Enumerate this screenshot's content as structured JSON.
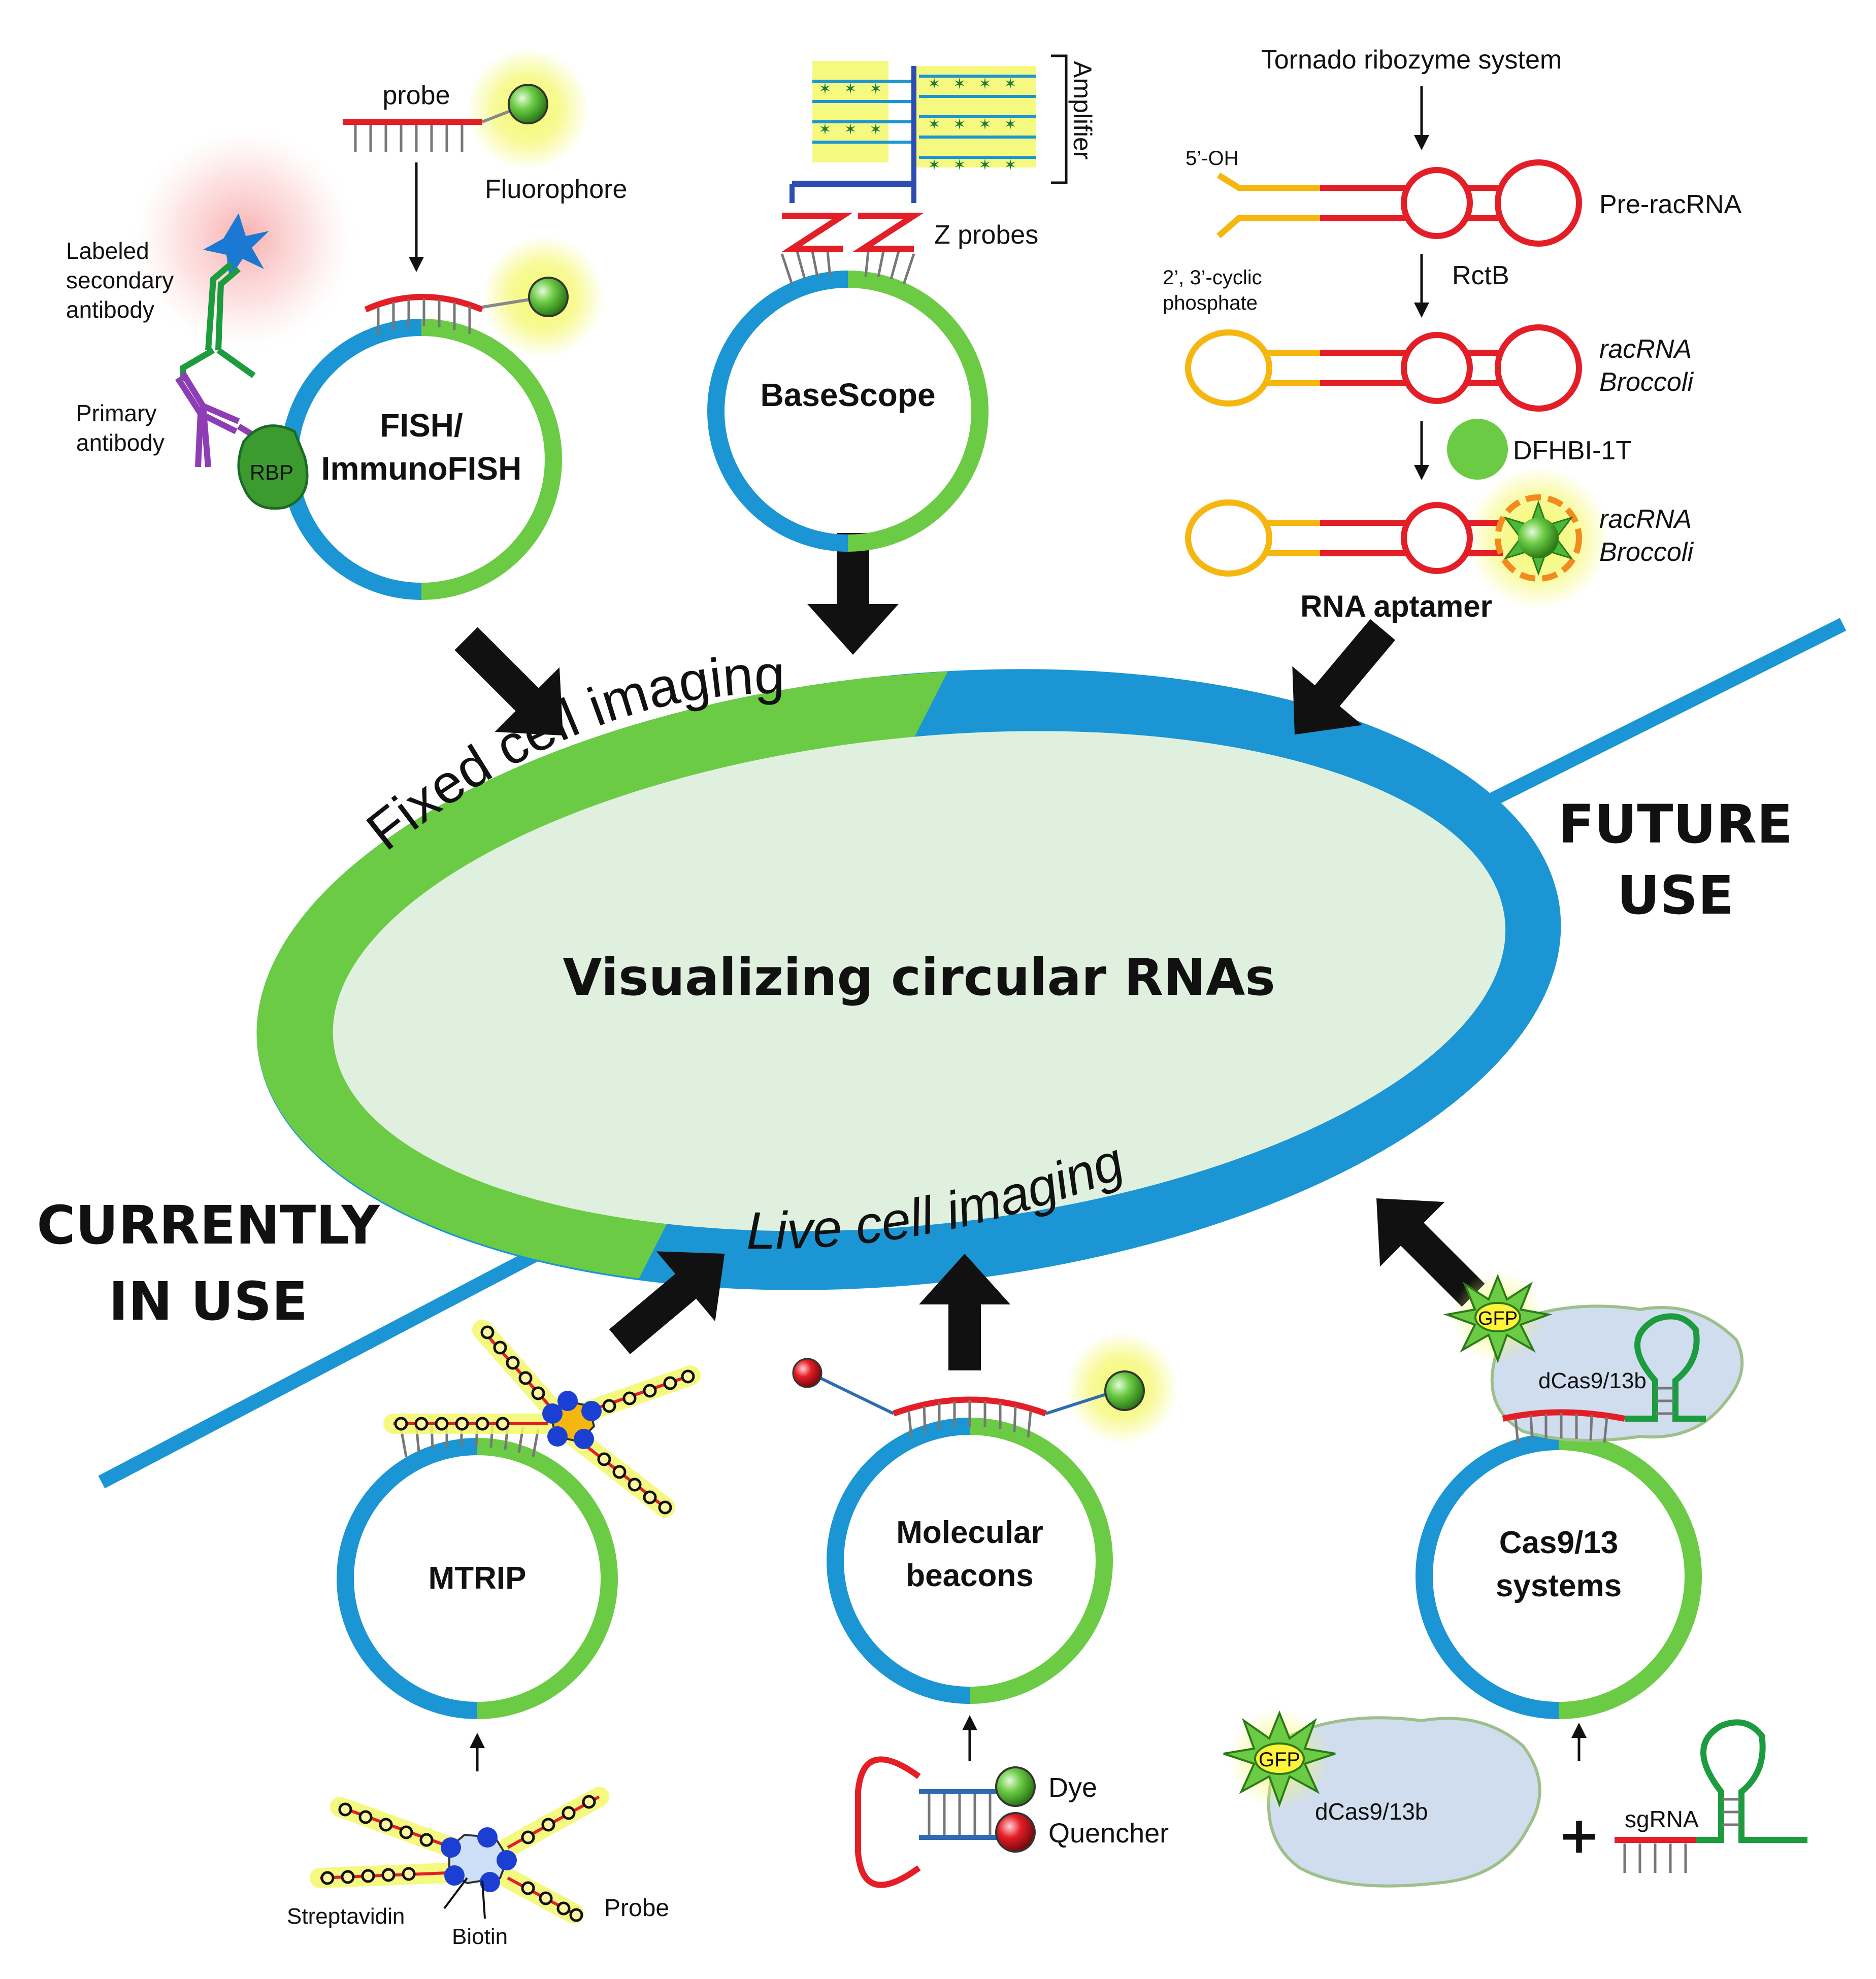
{
  "center": {
    "title": "Visualizing circular RNAs",
    "top_band_label": "Fixed cell imaging",
    "bottom_band_label": "Live cell imaging"
  },
  "regions": {
    "future": [
      "FUTURE",
      "USE"
    ],
    "current": [
      "CURRENTLY",
      "IN USE"
    ]
  },
  "colors": {
    "green": "#6CCB45",
    "blue": "#1B95D3",
    "pale_green": "#DFF0DE",
    "red": "#E41E26",
    "yellow": "#F5B70F",
    "glow": "#F4F86A",
    "purple": "#8E3EB5",
    "dark_green": "#1D9B3F"
  },
  "methods": {
    "fish": {
      "name_line1": "FISH/",
      "name_line2": "ImmunoFISH",
      "probe": "probe",
      "fluorophore": "Fluorophore",
      "labeled_secondary": [
        "Labeled",
        "secondary",
        "antibody"
      ],
      "primary": [
        "Primary",
        "antibody"
      ],
      "rbp": "RBP"
    },
    "basescope": {
      "name": "BaseScope",
      "amplifier": "Amplifier",
      "z_probes": "Z probes"
    },
    "aptamer": {
      "title": "Tornado ribozyme system",
      "oh": "5’-OH",
      "cyclic": [
        "2’, 3’-cyclic",
        "phosphate"
      ],
      "pre": "Pre-racRNA",
      "rctb": "RctB",
      "rac1": [
        "racRNA",
        "Broccoli"
      ],
      "dye": "DFHBI-1T",
      "rac2": [
        "racRNA",
        "Broccoli"
      ],
      "name": "RNA aptamer"
    },
    "mtrip": {
      "name": "MTRIP",
      "streptavidin": "Streptavidin",
      "biotin": "Biotin",
      "probe": "Probe"
    },
    "beacons": {
      "name_line1": "Molecular",
      "name_line2": "beacons",
      "dye": "Dye",
      "quencher": "Quencher"
    },
    "cas": {
      "name_line1": "Cas9/13",
      "name_line2": "systems",
      "gfp": "GFP",
      "dcas": "dCas9/13b",
      "gfp2": "GFP",
      "dcas2": "dCas9/13b",
      "plus": "+",
      "sgrna": "sgRNA"
    }
  }
}
